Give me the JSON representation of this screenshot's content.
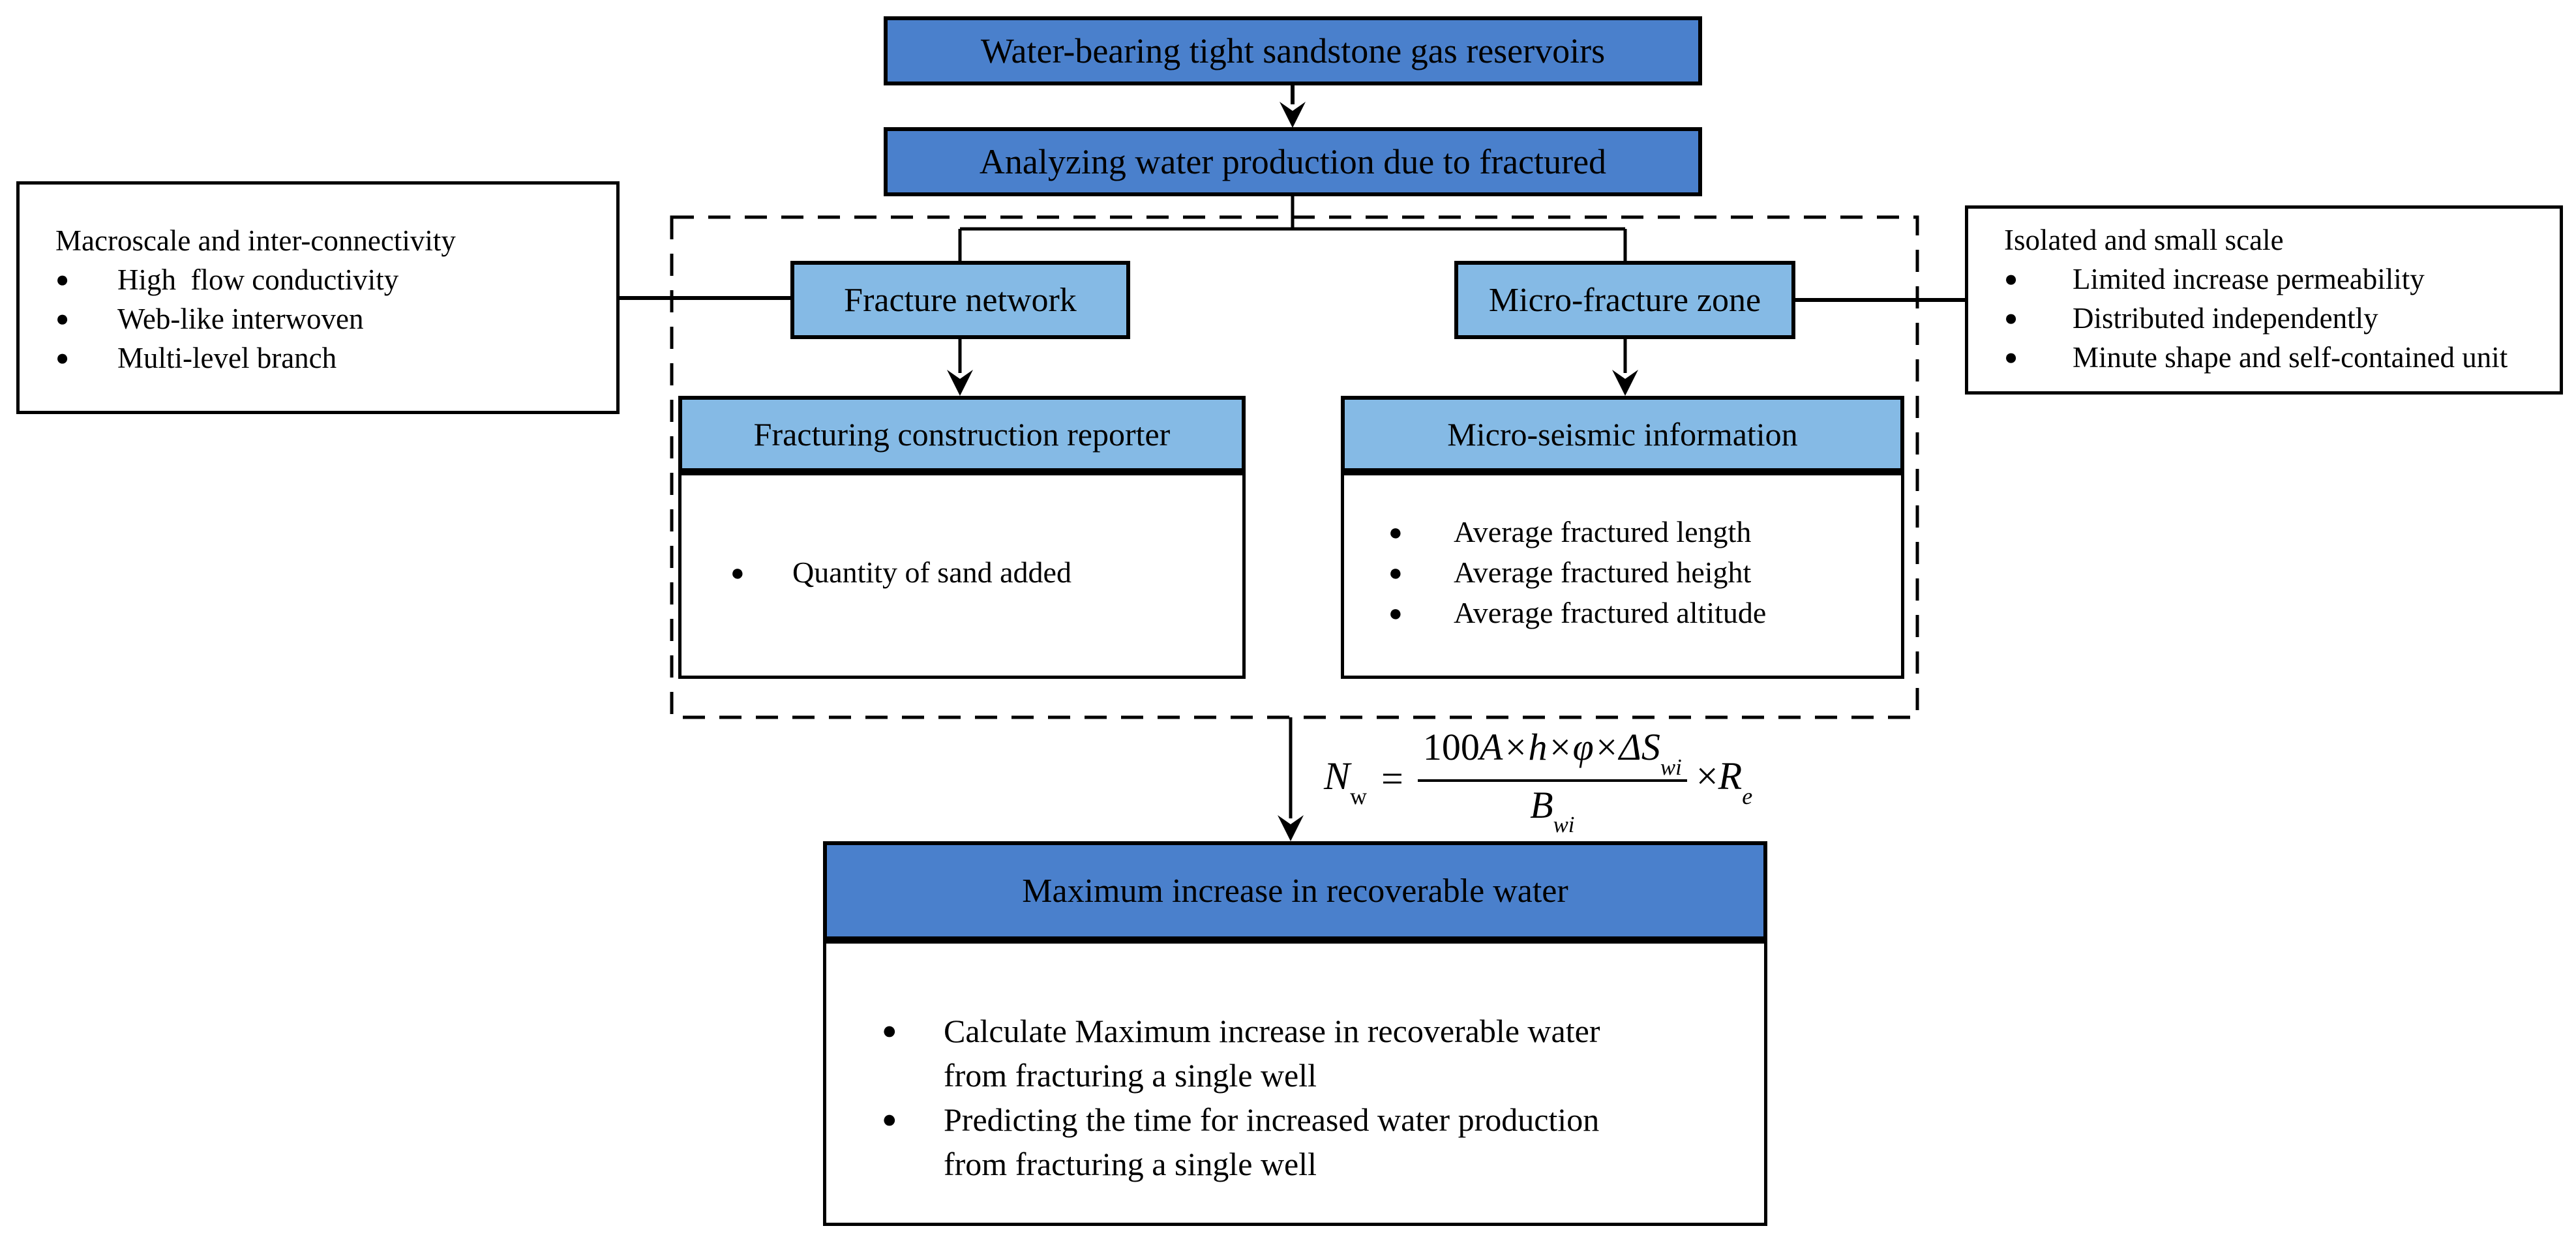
{
  "ui": {
    "bullet": "●"
  },
  "colors": {
    "primary_blue": "#4a80cc",
    "light_blue": "#85bae5",
    "border": "#000000",
    "background": "#ffffff"
  },
  "top_flow": {
    "box1": "Water-bearing tight sandstone gas reservoirs",
    "box2": "Analyzing water production due to fractured"
  },
  "panels": {
    "left": {
      "title": "Macroscale and inter-connectivity",
      "items": [
        "High  flow conductivity",
        "Web-like interwoven",
        "Multi-level branch"
      ]
    },
    "right": {
      "title": "Isolated and small scale",
      "items": [
        "Limited increase permeability",
        "Distributed independently",
        "Minute shape and self-contained unit"
      ]
    }
  },
  "branches": {
    "left_label": "Fracture network",
    "right_label": "Micro-fracture zone"
  },
  "details": {
    "left": {
      "header": "Fracturing construction reporter",
      "items": [
        "Quantity of sand added"
      ]
    },
    "right": {
      "header": "Micro-seismic information",
      "items": [
        "Average fractured length",
        "Average fractured height",
        "Average fractured altitude"
      ]
    }
  },
  "formula": {
    "lhs_base": "N",
    "lhs_sub": "w",
    "equals": "=",
    "num_coeff": "100",
    "num_vars": "A×h×φ×ΔS",
    "num_sub": "wi",
    "den_base": "B",
    "den_sub": "wi",
    "times": "×",
    "factor_base": "R",
    "factor_sub": "e"
  },
  "result": {
    "header": "Maximum increase in recoverable water",
    "items": [
      [
        "Calculate Maximum increase in recoverable water",
        "from fracturing a single well"
      ],
      [
        "Predicting the time for increased water production",
        "from fracturing a single well"
      ]
    ]
  }
}
